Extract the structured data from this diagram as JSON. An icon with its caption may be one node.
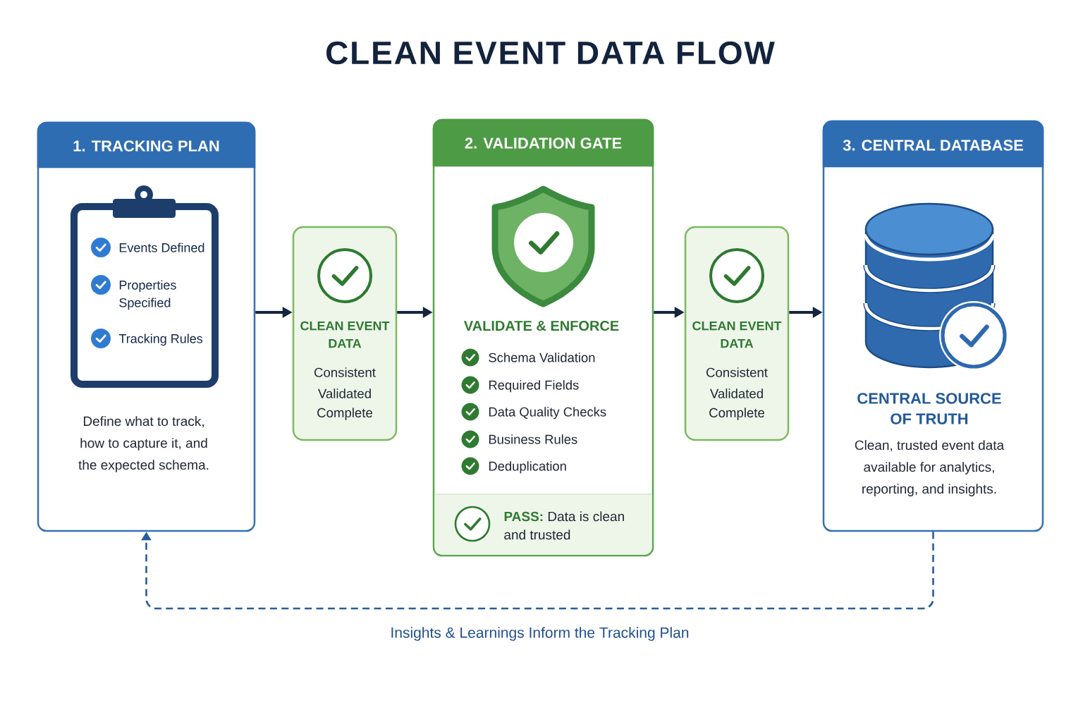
{
  "diagram": {
    "title": "CLEAN EVENT DATA FLOW",
    "nodes": [
      {
        "text": [
          "1. TRACKING PLAN",
          "Define what to track, how to capture it, and the expected schema."
        ]
      },
      {
        "text": [
          "Events Defined",
          "Properties Specified",
          "Tracking Rules"
        ],
        "in": 0
      },
      {
        "text": [
          "CLEAN EVENT DATA",
          "Consistent",
          "Validated",
          "Complete"
        ]
      },
      {
        "text": [
          "2. VALIDATION GATE",
          "VALIDATE & ENFORCE",
          "Schema Validation",
          "Required Fields",
          "Data Quality Checks",
          "Business Rules",
          "Deduplication"
        ]
      },
      {
        "text": [
          "**PASS:** Data is clean and trusted"
        ],
        "in": 3
      },
      {
        "text": [
          "CLEAN EVENT DATA",
          "Consistent",
          "Validated",
          "Complete"
        ]
      },
      {
        "text": [
          "3. CENTRAL DATABASE",
          "CENTRAL SOURCE OF TRUTH",
          "Clean, trusted event data available for analytics, reporting, and insights."
        ]
      }
    ],
    "edges": [
      {
        "from": 0,
        "to": 2,
        "arrow": "to"
      },
      {
        "from": 2,
        "to": 3,
        "arrow": "to"
      },
      {
        "from": 3,
        "to": 5,
        "arrow": "to"
      },
      {
        "from": 5,
        "to": 6,
        "arrow": "to"
      },
      {
        "from": 6,
        "to": 0,
        "arrow": "to",
        "label": "Insights & Learnings Inform the Tracking Plan",
        "style": "dashed",
        "color": "#285c9c"
      }
    ]
  }
}
